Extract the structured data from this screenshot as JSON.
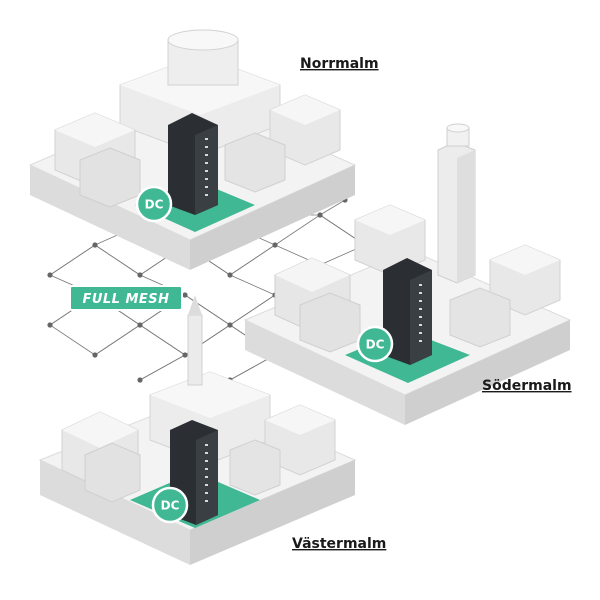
{
  "diagram": {
    "mesh_label": "FULL MESH",
    "districts": [
      {
        "id": "norrmalm",
        "name": "Norrmalm",
        "node_label": "DC"
      },
      {
        "id": "sodermalm",
        "name": "Södermalm",
        "node_label": "DC"
      },
      {
        "id": "vastermalm",
        "name": "Västermalm",
        "node_label": "DC"
      }
    ]
  },
  "colors": {
    "accent": "#3fb893",
    "accent_light": "#bfe6d8",
    "tower": "#2b2f33",
    "block_top": "#f3f3f3",
    "block_side": "#d8d8d8",
    "building": "#e9e9e9",
    "mesh_line": "#7a7a7a"
  }
}
